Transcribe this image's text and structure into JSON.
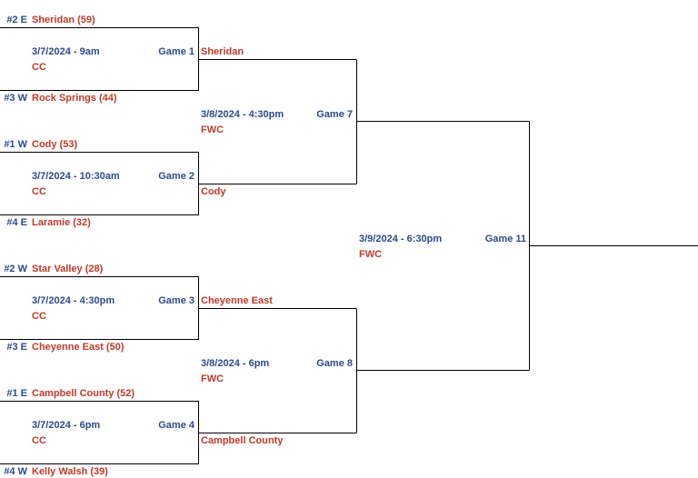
{
  "entries": [
    {
      "seed": "#2 E",
      "team": "Sheridan (59)"
    },
    {
      "seed": "#3 W",
      "team": "Rock Springs (44)"
    },
    {
      "seed": "#1 W",
      "team": "Cody (53)"
    },
    {
      "seed": "#4 E",
      "team": "Laramie (32)"
    },
    {
      "seed": "#2 W",
      "team": "Star Valley (28)"
    },
    {
      "seed": "#3 E",
      "team": "Cheyenne East (50)"
    },
    {
      "seed": "#1 E",
      "team": "Campbell County (52)"
    },
    {
      "seed": "#4 W",
      "team": "Kelly Walsh (39)"
    }
  ],
  "games": [
    {
      "label": "Game 1",
      "datetime": "3/7/2024 - 9am",
      "venue": "CC",
      "winner": "Sheridan"
    },
    {
      "label": "Game 2",
      "datetime": "3/7/2024 - 10:30am",
      "venue": "CC",
      "winner": "Cody"
    },
    {
      "label": "Game 3",
      "datetime": "3/7/2024 - 4:30pm",
      "venue": "CC",
      "winner": "Cheyenne East"
    },
    {
      "label": "Game 4",
      "datetime": "3/7/2024 - 6pm",
      "venue": "CC",
      "winner": "Campbell County"
    },
    {
      "label": "Game 7",
      "datetime": "3/8/2024 - 4:30pm",
      "venue": "FWC"
    },
    {
      "label": "Game 8",
      "datetime": "3/8/2024 - 6pm",
      "venue": "FWC"
    },
    {
      "label": "Game 11",
      "datetime": "3/9/2024 - 6:30pm",
      "venue": "FWC"
    }
  ],
  "colors": {
    "line": "#000000",
    "blue": "#2b4a8b",
    "red": "#c0392b"
  }
}
